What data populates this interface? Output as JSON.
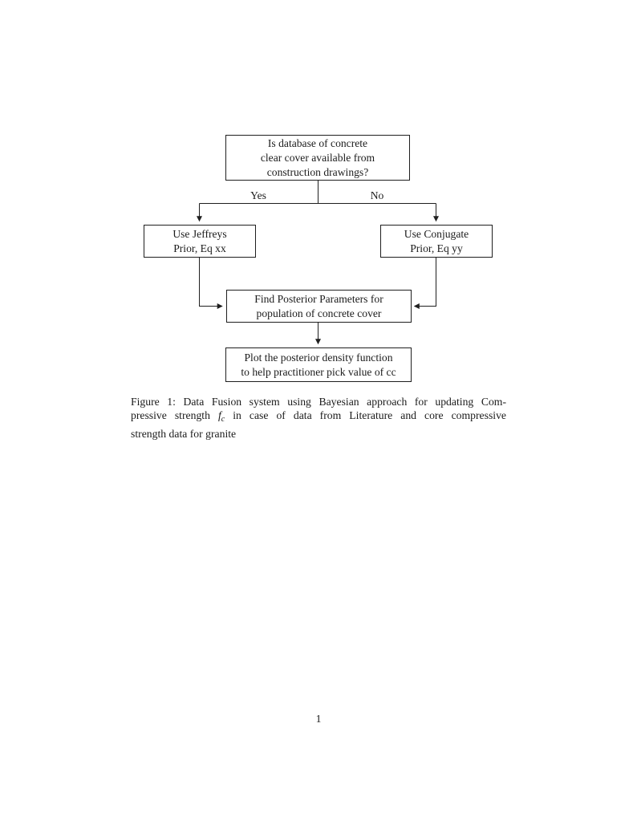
{
  "colors": {
    "ink": "#1b1b1b",
    "box_border": "#1f1f1f",
    "background": "#ffffff"
  },
  "flowchart": {
    "nodes": {
      "question": "Is database of concrete\nclear cover available from\nconstruction drawings?",
      "jeffreys": "Use Jeffreys\nPrior, Eq xx",
      "conjugate": "Use Conjugate\nPrior, Eq yy",
      "posterior": "Find Posterior Parameters for\npopulation of concrete cover",
      "plot": "Plot the posterior density function\nto help practitioner pick value of cc"
    },
    "edge_labels": {
      "yes": "Yes",
      "no": "No"
    }
  },
  "caption": {
    "line1": "Figure 1: Data Fusion system using Bayesian approach for updating Com-",
    "line2_before_math": "pressive strength ",
    "math_symbol": "f",
    "math_subscript": "c",
    "line2_after_math": " in case of data from Literature and core compressive",
    "line3": "strength data for granite"
  },
  "page": {
    "number": "1"
  }
}
